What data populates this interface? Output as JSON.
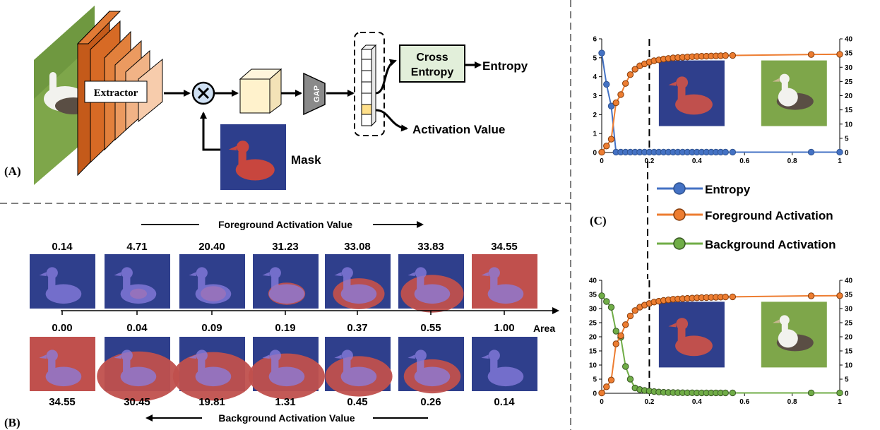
{
  "panel_a": {
    "label": "(A)",
    "extractor_label": "Extractor",
    "gap_label": "GAP",
    "cross_entropy_line1": "Cross",
    "cross_entropy_line2": "Entropy",
    "entropy_label": "Entropy",
    "activation_value_label": "Activation Value",
    "mask_label": "Mask"
  },
  "panel_b": {
    "label": "(B)",
    "fg_title": "Foreground Activation Value",
    "bg_title": "Background Activation Value",
    "axis_label": "Area",
    "fg_values": [
      "0.14",
      "4.71",
      "20.40",
      "31.23",
      "33.08",
      "33.83",
      "34.55"
    ],
    "areas": [
      "0.00",
      "0.04",
      "0.09",
      "0.19",
      "0.37",
      "0.55",
      "1.00"
    ],
    "bg_values": [
      "34.55",
      "30.45",
      "19.81",
      "1.31",
      "0.45",
      "0.26",
      "0.14"
    ],
    "fg_red_fraction": [
      0,
      0.04,
      0.09,
      0.19,
      0.37,
      0.55,
      1
    ],
    "bg_red_fraction": [
      1,
      0.96,
      0.91,
      0.81,
      0.63,
      0.45,
      0
    ]
  },
  "panel_c": {
    "label": "(C)",
    "legend": [
      "Entropy",
      "Foreground Activation",
      "Background Activation"
    ],
    "colors": {
      "entropy": "#4472c4",
      "foreground": "#ed7d31",
      "background": "#70ad47",
      "mask_blue": "#2f3f8c",
      "mask_red": "#c0504d"
    }
  },
  "chart_data": [
    {
      "type": "line",
      "x": [
        0,
        0.02,
        0.04,
        0.06,
        0.08,
        0.1,
        0.12,
        0.14,
        0.16,
        0.18,
        0.2,
        0.22,
        0.24,
        0.26,
        0.28,
        0.3,
        0.32,
        0.34,
        0.36,
        0.38,
        0.4,
        0.42,
        0.44,
        0.46,
        0.48,
        0.5,
        0.52,
        0.55,
        0.88,
        1.0
      ],
      "series": [
        {
          "name": "Entropy",
          "axis": "left",
          "values": [
            5.25,
            3.6,
            2.45,
            0.02,
            0.02,
            0.02,
            0.02,
            0.02,
            0.02,
            0.02,
            0.02,
            0.02,
            0.02,
            0.02,
            0.02,
            0.02,
            0.02,
            0.02,
            0.02,
            0.02,
            0.02,
            0.02,
            0.02,
            0.02,
            0.02,
            0.02,
            0.02,
            0.02,
            0.02,
            0.02
          ]
        },
        {
          "name": "Foreground Activation",
          "axis": "right",
          "values": [
            0.1,
            2.3,
            4.7,
            17.5,
            20.4,
            24.3,
            27.4,
            29.3,
            30.5,
            31.2,
            31.8,
            32.3,
            32.6,
            32.9,
            33.1,
            33.3,
            33.4,
            33.5,
            33.6,
            33.7,
            33.8,
            33.85,
            33.9,
            33.95,
            34.0,
            34.05,
            34.1,
            34.15,
            34.5,
            34.55
          ]
        }
      ],
      "xlim": [
        0,
        1
      ],
      "ylim_left": [
        0,
        6
      ],
      "ylim_right": [
        0,
        40
      ],
      "xticks": [
        "0",
        "0.2",
        "0.4",
        "0.6",
        "0.8",
        "1"
      ],
      "yticks_left": [
        "0",
        "1",
        "2",
        "3",
        "4",
        "5",
        "6"
      ],
      "yticks_right": [
        "0",
        "5",
        "10",
        "15",
        "20",
        "25",
        "30",
        "35",
        "40"
      ],
      "dashed_vline_x": 0.2
    },
    {
      "type": "line",
      "x": [
        0,
        0.02,
        0.04,
        0.06,
        0.08,
        0.1,
        0.12,
        0.14,
        0.16,
        0.18,
        0.2,
        0.22,
        0.24,
        0.26,
        0.28,
        0.3,
        0.32,
        0.34,
        0.36,
        0.38,
        0.4,
        0.42,
        0.44,
        0.46,
        0.48,
        0.5,
        0.52,
        0.55,
        0.88,
        1.0
      ],
      "series": [
        {
          "name": "Background Activation",
          "axis": "left",
          "values": [
            34.55,
            32.5,
            30.45,
            22.0,
            19.81,
            9.5,
            5.0,
            1.9,
            1.31,
            1.0,
            0.8,
            0.6,
            0.45,
            0.35,
            0.28,
            0.26,
            0.22,
            0.2,
            0.18,
            0.16,
            0.15,
            0.15,
            0.14,
            0.14,
            0.14,
            0.14,
            0.14,
            0.14,
            0.14,
            0.14
          ]
        },
        {
          "name": "Foreground Activation",
          "axis": "right",
          "values": [
            0.1,
            2.3,
            4.71,
            17.5,
            20.4,
            24.3,
            27.4,
            29.3,
            30.5,
            31.23,
            31.8,
            32.3,
            32.6,
            32.9,
            33.08,
            33.3,
            33.4,
            33.5,
            33.6,
            33.7,
            33.8,
            33.85,
            33.9,
            33.95,
            34.0,
            34.05,
            34.1,
            34.15,
            34.5,
            34.55
          ]
        }
      ],
      "xlim": [
        0,
        1
      ],
      "ylim_left": [
        0,
        40
      ],
      "ylim_right": [
        0,
        40
      ],
      "xticks": [
        "0",
        "0.2",
        "0.4",
        "0.6",
        "0.8",
        "1"
      ],
      "yticks_left": [
        "0",
        "5",
        "10",
        "15",
        "20",
        "25",
        "30",
        "35",
        "40"
      ],
      "yticks_right": [
        "0",
        "5",
        "10",
        "15",
        "20",
        "25",
        "30",
        "35",
        "40"
      ],
      "dashed_vline_x": 0.2
    }
  ]
}
